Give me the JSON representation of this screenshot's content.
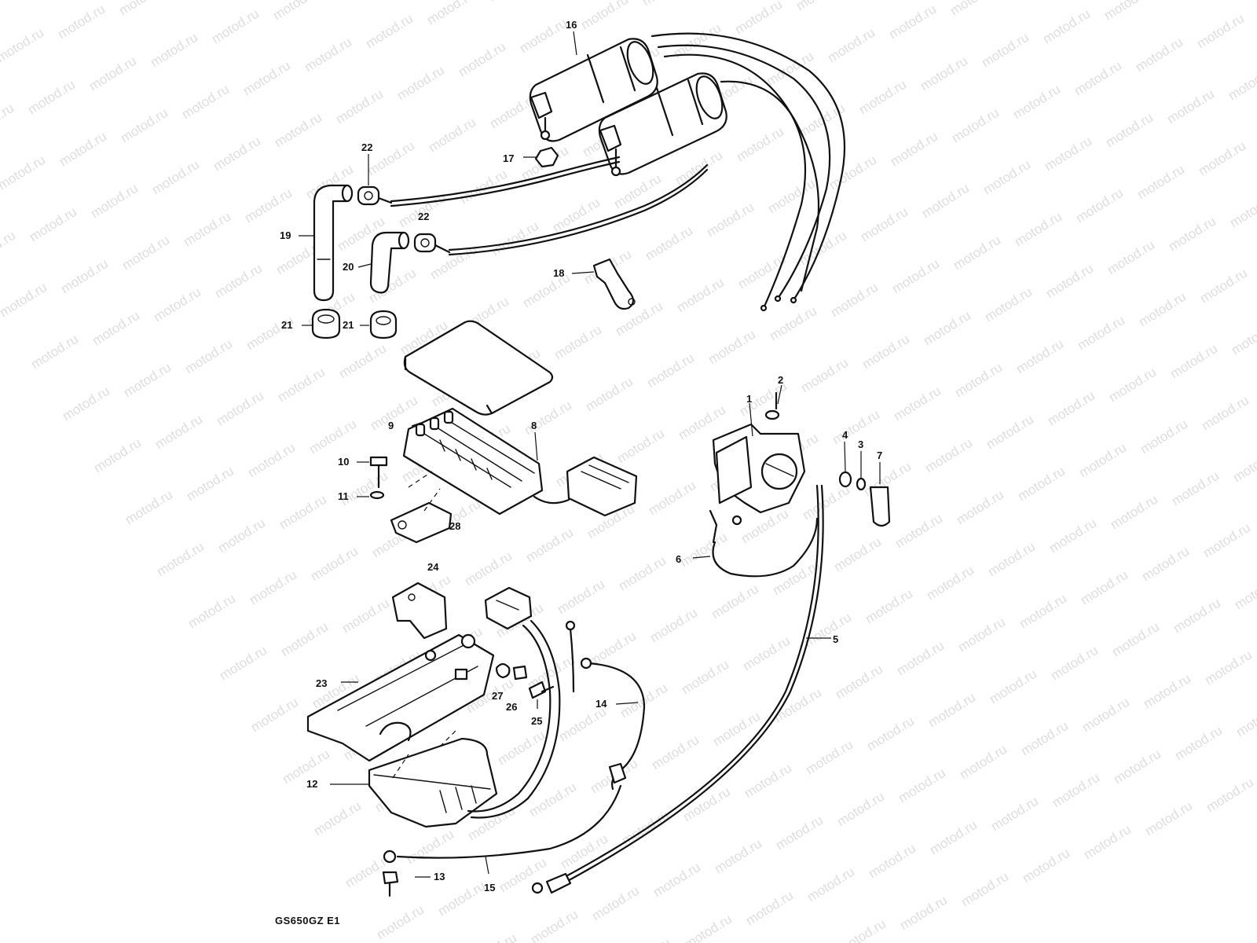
{
  "diagram": {
    "code": "GS650GZ E1",
    "watermark": "motod.ru",
    "colors": {
      "line": "#111111",
      "background": "#ffffff",
      "watermark": "#c9c9c9"
    },
    "callouts": [
      "1",
      "2",
      "3",
      "4",
      "5",
      "6",
      "7",
      "8",
      "9",
      "10",
      "11",
      "12",
      "13",
      "14",
      "15",
      "16",
      "17",
      "18",
      "19",
      "20",
      "21",
      "21",
      "22",
      "22",
      "23",
      "24",
      "25",
      "26",
      "27",
      "28"
    ]
  }
}
